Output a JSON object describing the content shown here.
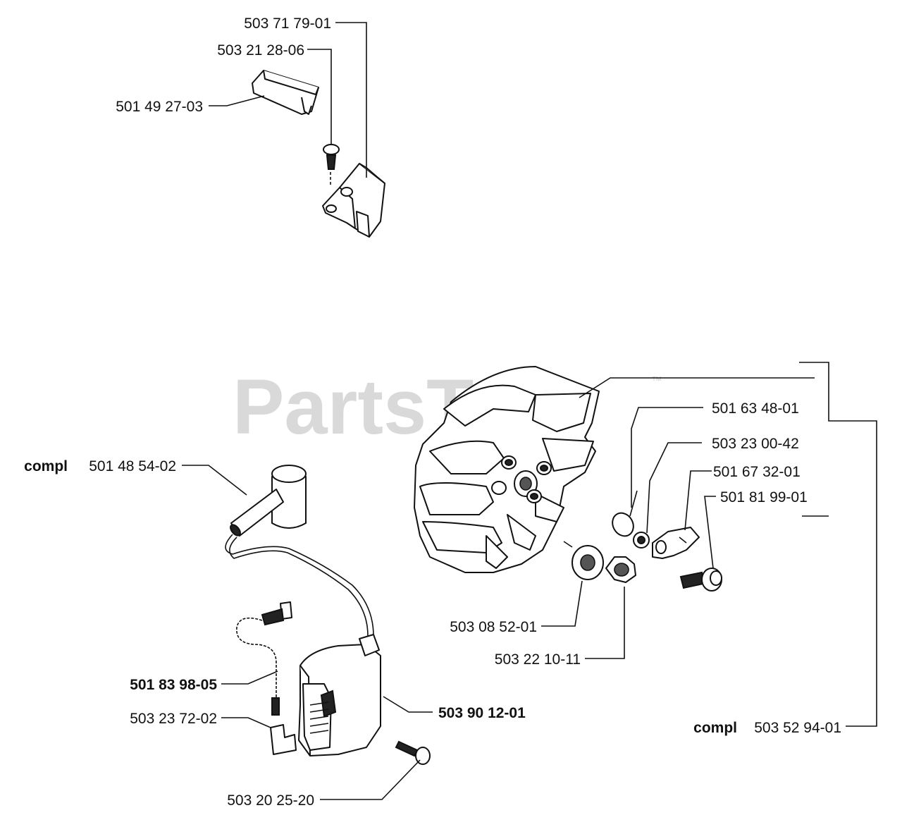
{
  "watermark": {
    "text": "PartsTree",
    "trademark": "™"
  },
  "labels": {
    "p503717901": "503 71 79-01",
    "p503212806": "503 21 28-06",
    "p501492703": "501 49 27-03",
    "p501634801": "501 63 48-01",
    "p503230042": "503 23 00-42",
    "p501673201": "501 67 32-01",
    "p501819901": "501 81 99-01",
    "p501485402_prefix": "compl",
    "p501485402": "501 48 54-02",
    "p503085201": "503 08 52-01",
    "p503221011": "503 22 10-11",
    "p501839805": "501 83 98-05",
    "p503901201": "503 90 12-01",
    "p503237202": "503 23 72-02",
    "p503529401_prefix": "compl",
    "p503529401": "503 52 94-01",
    "p503202520": "503 20 25-20"
  },
  "icons": [
    "bracket-part",
    "screw-part",
    "mount-block-part",
    "flywheel-part",
    "spring-part",
    "washer-part",
    "pawl-part",
    "bolt-part",
    "ring-washer-part",
    "nut-part",
    "spark-plug-cap-part",
    "ignition-module-part",
    "connector-part",
    "screw-part"
  ]
}
